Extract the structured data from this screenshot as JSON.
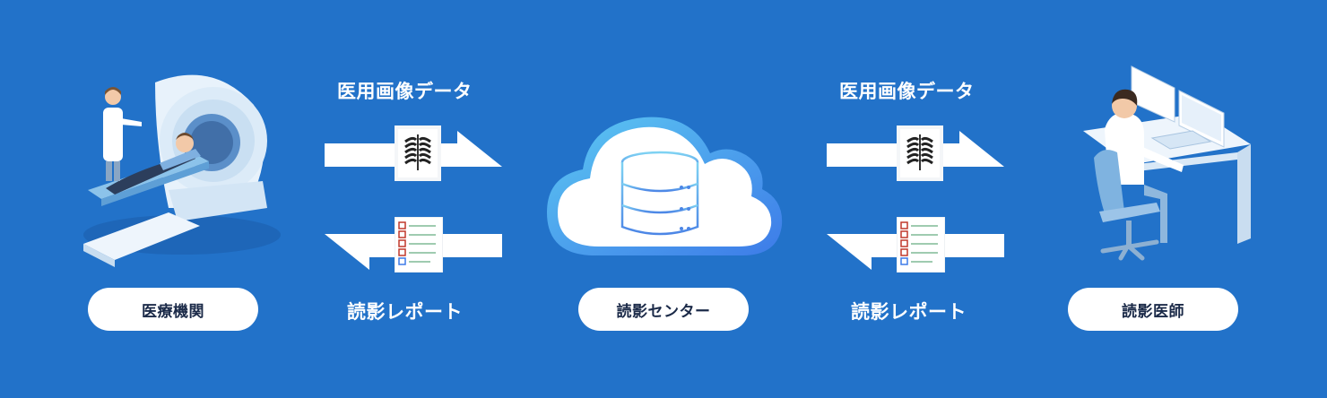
{
  "nodes": {
    "medical_institution": "医療機関",
    "reading_center": "読影センター",
    "radiologist": "読影医師"
  },
  "flows": {
    "left": {
      "image_label": "医用画像データ",
      "report_label": "読影レポート"
    },
    "right": {
      "image_label": "医用画像データ",
      "report_label": "読影レポート"
    }
  },
  "icons": {
    "mri": "mri-scanner-icon",
    "cloud": "cloud-database-icon",
    "doctor": "radiologist-workstation-icon",
    "xray": "chest-xray-icon",
    "report": "report-checklist-icon"
  },
  "colors": {
    "background": "#2272C9",
    "pill": "#FFFFFF",
    "pill_text": "#1B2A48",
    "arrow": "#FFFFFF",
    "cloud_gradient_start": "#5CC8F2",
    "cloud_gradient_end": "#3D7BE8"
  }
}
